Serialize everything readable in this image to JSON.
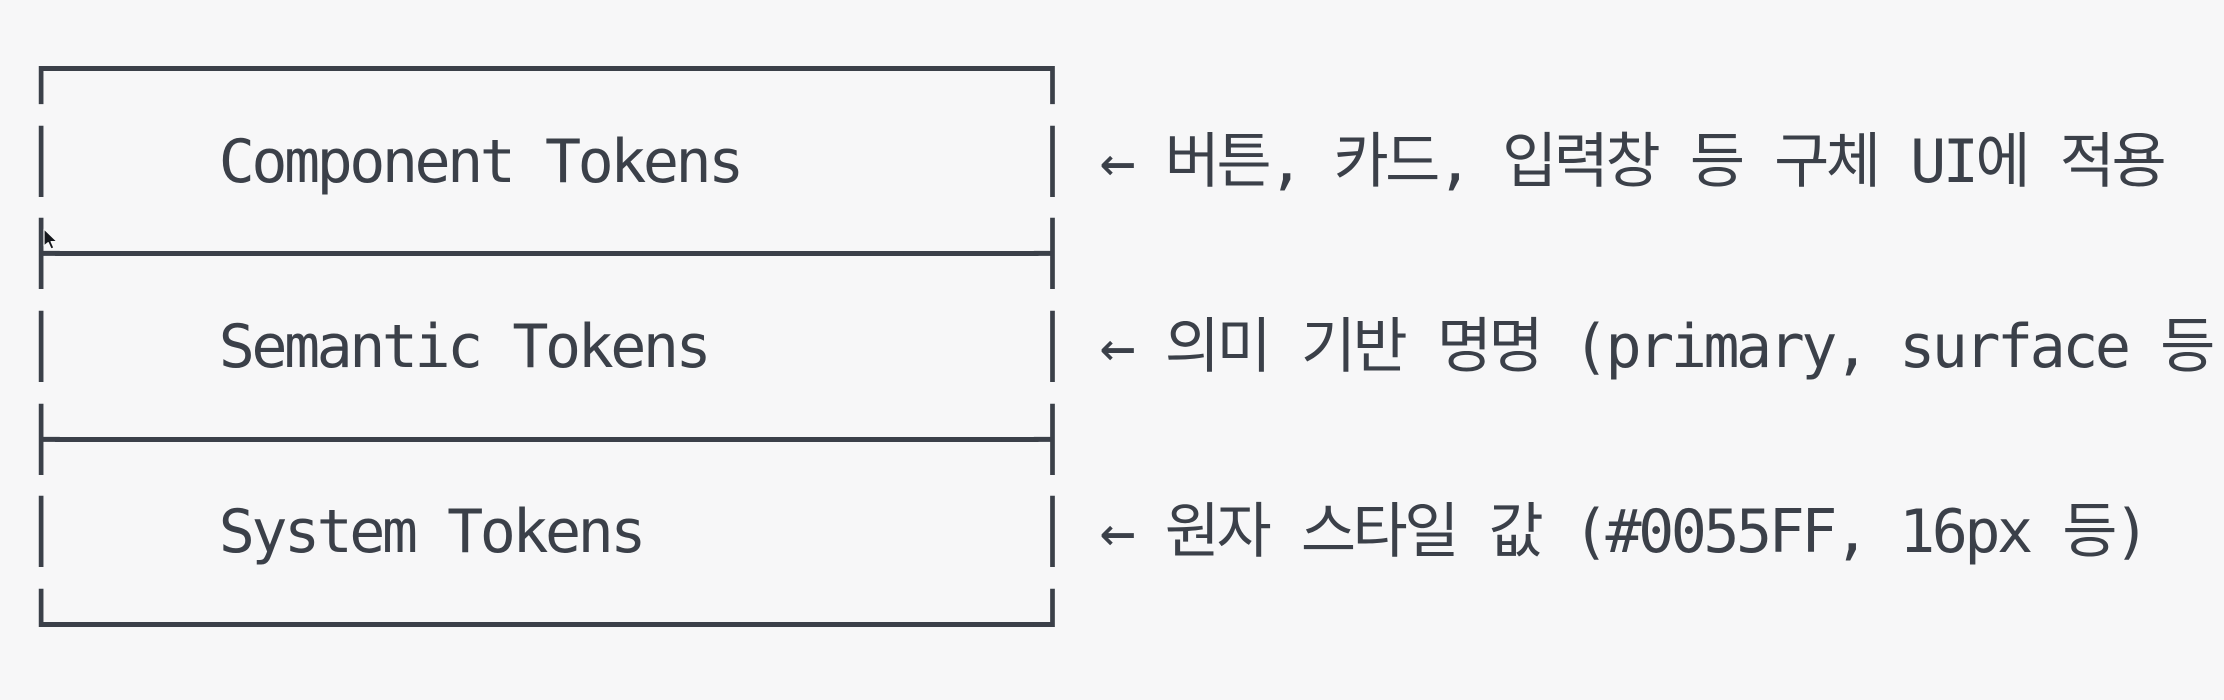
{
  "colors": {
    "background": "#f7f7f8",
    "ink": "#3b4049",
    "cursor_fill": "#15171c",
    "cursor_outline": "#fafafa"
  },
  "diagram": {
    "rows": [
      {
        "label": "Component Tokens",
        "annotation": "← 버튼, 카드, 입력창 등 구체 UI에 적용"
      },
      {
        "label": "Semantic Tokens",
        "annotation": "← 의미 기반 명명 (primary, surface 등"
      },
      {
        "label": "System Tokens",
        "annotation": "← 원자 스타일 값 (#0055FF, 16px 등)"
      }
    ],
    "lines": {
      "top_border": "┌──────────────────────────────┐",
      "component_row": "│     Component Tokens         │ ",
      "separator_1": "├──────────────────────────────┤",
      "semantic_row": "│     Semantic Tokens          │ ",
      "separator_2": "├──────────────────────────────┤",
      "system_row": "│     System Tokens            │ ",
      "bottom_border": "└──────────────────────────────┘"
    }
  }
}
